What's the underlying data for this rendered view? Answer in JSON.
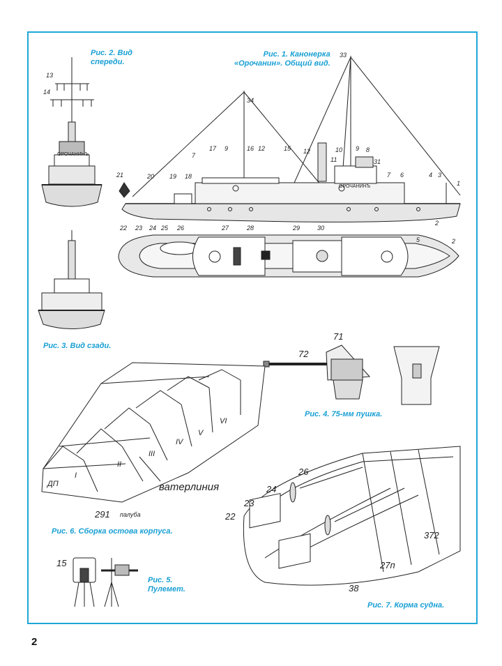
{
  "captions": {
    "fig1": "Рис. 1. Канонерка\n«Орочанин». Общий вид.",
    "fig2": "Рис. 2. Вид\nспереди.",
    "fig3": "Рис. 3. Вид сзади.",
    "fig4": "Рис. 4. 75-мм пушка.",
    "fig5": "Рис. 5.\nПулемет.",
    "fig6": "Рис. 6. Сборка остова корпуса.",
    "fig7": "Рис. 7. Корма судна."
  },
  "ship_name": "ОРОЧАНИНЪ",
  "fig1_labels": [
    "1",
    "2",
    "3",
    "4",
    "5",
    "6",
    "7",
    "7",
    "8",
    "9",
    "9",
    "10",
    "11",
    "12",
    "12",
    "15",
    "16",
    "17",
    "18",
    "19",
    "20",
    "21",
    "22",
    "23",
    "24",
    "25",
    "26",
    "27",
    "28",
    "29",
    "30",
    "31",
    "33",
    "34"
  ],
  "fig2_labels": [
    "13",
    "14"
  ],
  "fig4_labels": [
    "71",
    "72"
  ],
  "fig5_labels": [
    "15"
  ],
  "fig6": {
    "roman": [
      "I",
      "II",
      "III",
      "IV",
      "V",
      "VI"
    ],
    "dp": "ДП",
    "waterline": "ватерлиния",
    "deck_num": "291",
    "deck_word": "палуба"
  },
  "fig7_labels": [
    "22",
    "23",
    "24",
    "26",
    "372",
    "27п",
    "38"
  ],
  "page_number": "2",
  "colors": {
    "accent": "#1ea7d6",
    "ink": "#222222",
    "hull": "#e6e6e6"
  }
}
